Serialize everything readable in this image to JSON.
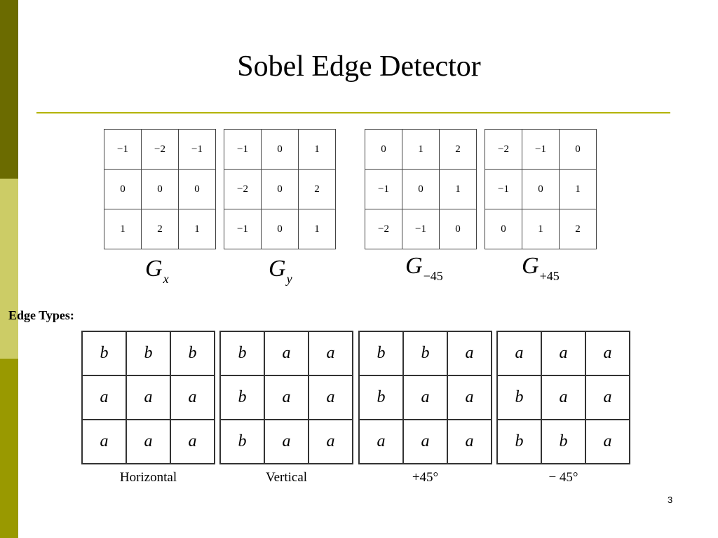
{
  "slide": {
    "title": "Sobel Edge Detector",
    "page_number": "3",
    "edge_types_label": "Edge Types:"
  },
  "kernels": [
    {
      "id": "gx",
      "label_main": "G",
      "label_sub": "x",
      "rows": [
        [
          "−1",
          "−2",
          "−1"
        ],
        [
          "0",
          "0",
          "0"
        ],
        [
          "1",
          "2",
          "1"
        ]
      ]
    },
    {
      "id": "gy",
      "label_main": "G",
      "label_sub": "y",
      "rows": [
        [
          "−1",
          "0",
          "1"
        ],
        [
          "−2",
          "0",
          "2"
        ],
        [
          "−1",
          "0",
          "1"
        ]
      ]
    },
    {
      "id": "gm45",
      "label_main": "G",
      "label_sub": "−45",
      "rows": [
        [
          "0",
          "1",
          "2"
        ],
        [
          "−1",
          "0",
          "1"
        ],
        [
          "−2",
          "−1",
          "0"
        ]
      ]
    },
    {
      "id": "gp45",
      "label_main": "G",
      "label_sub": "+45",
      "rows": [
        [
          "−2",
          "−1",
          "0"
        ],
        [
          "−1",
          "0",
          "1"
        ],
        [
          "0",
          "1",
          "2"
        ]
      ]
    }
  ],
  "edge_types": [
    {
      "id": "horizontal",
      "label": "Horizontal",
      "rows": [
        [
          "b",
          "b",
          "b"
        ],
        [
          "a",
          "a",
          "a"
        ],
        [
          "a",
          "a",
          "a"
        ]
      ]
    },
    {
      "id": "vertical",
      "label": "Vertical",
      "rows": [
        [
          "b",
          "a",
          "a"
        ],
        [
          "b",
          "a",
          "a"
        ],
        [
          "b",
          "a",
          "a"
        ]
      ]
    },
    {
      "id": "plus45",
      "label": "+45°",
      "rows": [
        [
          "b",
          "b",
          "a"
        ],
        [
          "b",
          "a",
          "a"
        ],
        [
          "a",
          "a",
          "a"
        ]
      ]
    },
    {
      "id": "minus45",
      "label": "− 45°",
      "rows": [
        [
          "a",
          "a",
          "a"
        ],
        [
          "b",
          "a",
          "a"
        ],
        [
          "b",
          "b",
          "a"
        ]
      ]
    }
  ]
}
